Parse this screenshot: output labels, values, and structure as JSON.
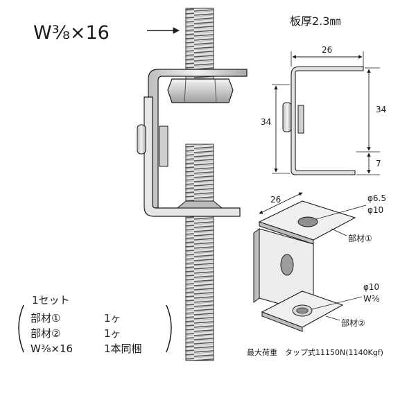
{
  "bolt_label": "W⅜×16",
  "arrow_glyph": "→",
  "thickness_label": "板厚2.3㎜",
  "dims": {
    "top_width": "26",
    "height_left": "34",
    "height_right": "34",
    "lip": "7",
    "iso_width": "26",
    "hole_top_a": "φ6.5",
    "hole_top_b": "φ10",
    "hole_bottom_a": "φ10",
    "hole_bottom_b": "W⅜"
  },
  "parts": {
    "part1": "部材①",
    "part2": "部材②"
  },
  "max_load": "最大荷重　タップ式11150N(1140Kgf)",
  "kit": {
    "title": "1セット",
    "rows": [
      {
        "item": "部材①",
        "qty": "1ヶ"
      },
      {
        "item": "部材②",
        "qty": "1ヶ"
      },
      {
        "item": "W⅜×16",
        "qty": "1本同梱"
      }
    ]
  },
  "colors": {
    "line": "#1a1a1a",
    "metal": "#d9d9d9",
    "metal_dark": "#9a9a9a",
    "background": "#ffffff"
  }
}
